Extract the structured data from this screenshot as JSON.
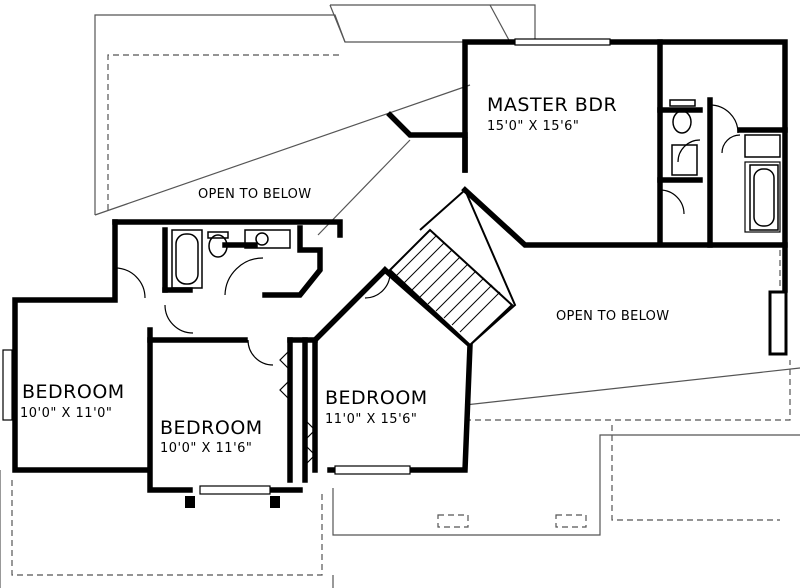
{
  "rooms": {
    "master": {
      "name": "MASTER BDR",
      "size": "15'0\" X 15'6\""
    },
    "bedroom_left": {
      "name": "BEDROOM",
      "size": "10'0\" X 11'0\""
    },
    "bedroom_middle": {
      "name": "BEDROOM",
      "size": "10'0\" X 11'6\""
    },
    "bedroom_right": {
      "name": "BEDROOM",
      "size": "11'0\" X 15'6\""
    }
  },
  "notes": {
    "open_upper": "OPEN TO BELOW",
    "open_right": "OPEN TO BELOW"
  }
}
